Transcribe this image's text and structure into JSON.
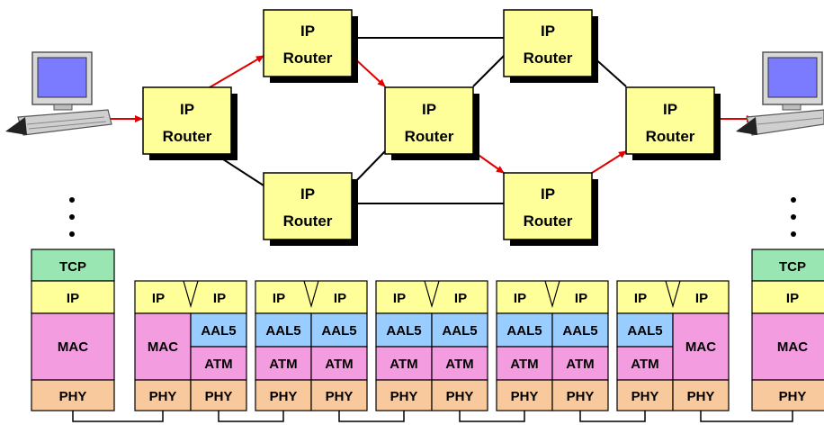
{
  "router_label": {
    "line1": "IP",
    "line2": "Router"
  },
  "routers": [
    "r1",
    "r2",
    "r3",
    "r4",
    "r5",
    "r6",
    "r7"
  ],
  "stacks": {
    "host_left": [
      "TCP",
      "IP",
      "MAC",
      "PHY"
    ],
    "host_right": [
      "TCP",
      "IP",
      "MAC",
      "PHY"
    ],
    "node1": {
      "ip": [
        "IP",
        "IP"
      ],
      "left": [
        "MAC"
      ],
      "right": [
        "AAL5",
        "ATM"
      ],
      "phy": [
        "PHY",
        "PHY"
      ]
    },
    "node2": {
      "ip": [
        "IP",
        "IP"
      ],
      "left": [
        "AAL5",
        "ATM"
      ],
      "right": [
        "AAL5",
        "ATM"
      ],
      "phy": [
        "PHY",
        "PHY"
      ]
    },
    "node3": {
      "ip": [
        "IP",
        "IP"
      ],
      "left": [
        "AAL5",
        "ATM"
      ],
      "right": [
        "AAL5",
        "ATM"
      ],
      "phy": [
        "PHY",
        "PHY"
      ]
    },
    "node4": {
      "ip": [
        "IP",
        "IP"
      ],
      "left": [
        "AAL5",
        "ATM"
      ],
      "right": [
        "AAL5",
        "ATM"
      ],
      "phy": [
        "PHY",
        "PHY"
      ]
    },
    "node5": {
      "ip": [
        "IP",
        "IP"
      ],
      "left": [
        "AAL5",
        "ATM"
      ],
      "right": [
        "MAC"
      ],
      "phy": [
        "PHY",
        "PHY"
      ]
    }
  },
  "colors": {
    "router_fill": "#ffff99",
    "router_shadow": "#000000",
    "tcp": "#99e6b3",
    "ip": "#ffff99",
    "mac": "#f49ce0",
    "aal5": "#99ccff",
    "atm": "#f49ce0",
    "phy": "#f8c99c",
    "arrow": "#e00000",
    "line": "#000000"
  },
  "icons": [
    "computer-left-icon",
    "computer-right-icon"
  ]
}
